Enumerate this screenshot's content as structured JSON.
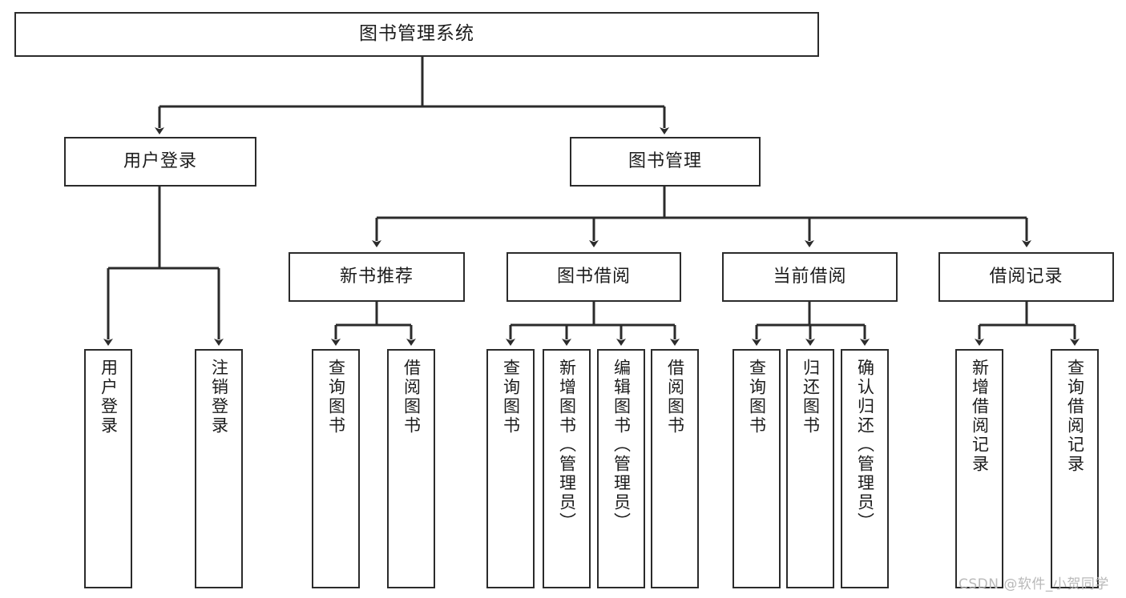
{
  "diagram": {
    "type": "tree",
    "title": "图书管理系统",
    "watermark": "CSDN @软件_小贺同学",
    "colors": {
      "box_border": "#2b2b2b",
      "box_fill": "#ffffff",
      "edge": "#2b2b2b",
      "text": "#1c1c1c",
      "watermark": "#b9b9b9",
      "background": "#ffffff"
    },
    "nodes": {
      "root": {
        "label": "图书管理系统",
        "level": 1
      },
      "l2": [
        {
          "id": "user-login",
          "label": "用户登录"
        },
        {
          "id": "book-manage",
          "label": "图书管理"
        }
      ],
      "l3": [
        {
          "id": "new-book-recommend",
          "label": "新书推荐"
        },
        {
          "id": "book-borrow",
          "label": "图书借阅"
        },
        {
          "id": "current-borrow",
          "label": "当前借阅"
        },
        {
          "id": "borrow-record",
          "label": "借阅记录"
        }
      ],
      "leaves": {
        "user_login": [
          {
            "id": "leaf-user-login",
            "label": "用户登录"
          },
          {
            "id": "leaf-logout",
            "label": "注销登录"
          }
        ],
        "new_book_recommend": [
          {
            "id": "leaf-query-book-1",
            "label": "查询图书"
          },
          {
            "id": "leaf-borrow-book-1",
            "label": "借阅图书"
          }
        ],
        "book_borrow": [
          {
            "id": "leaf-query-book-2",
            "label": "查询图书"
          },
          {
            "id": "leaf-add-book",
            "label": "新增图书（管理员）"
          },
          {
            "id": "leaf-edit-book",
            "label": "编辑图书（管理员）"
          },
          {
            "id": "leaf-borrow-book-2",
            "label": "借阅图书"
          }
        ],
        "current_borrow": [
          {
            "id": "leaf-query-book-3",
            "label": "查询图书"
          },
          {
            "id": "leaf-return-book",
            "label": "归还图书"
          },
          {
            "id": "leaf-confirm-return",
            "label": "确认归还（管理员）"
          }
        ],
        "borrow_record": [
          {
            "id": "leaf-add-record",
            "label": "新增借阅记录"
          },
          {
            "id": "leaf-query-record",
            "label": "查询借阅记录"
          }
        ]
      }
    }
  }
}
